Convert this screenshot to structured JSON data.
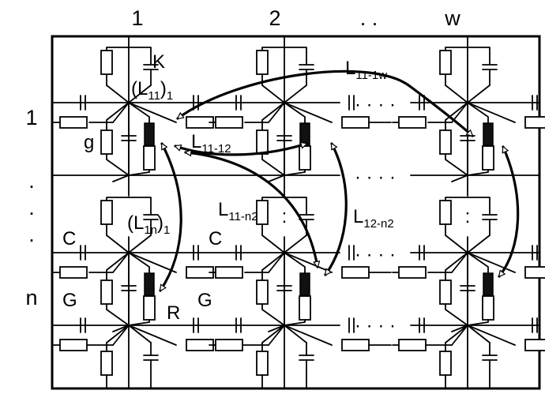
{
  "column_labels": [
    "1",
    "2",
    ". .",
    "w"
  ],
  "row_labels": [
    "1",
    ".",
    ".",
    ".",
    "n"
  ],
  "ellipsis": "· · · ·",
  "vdots": ":",
  "element_labels": {
    "K": "K",
    "g": "g",
    "C_left": "C",
    "C_mid": "C",
    "G_left": "G",
    "G_mid": "G",
    "R": "R"
  },
  "mutual_inductances": {
    "L11_1": {
      "main": "(L",
      "sub": "11",
      "close": ")",
      "tail": "1"
    },
    "L1n_1": {
      "main": "(L",
      "sub": "1n",
      "close": ")",
      "tail": "1"
    },
    "L11_1w": {
      "main": "L",
      "sub": "11-1w"
    },
    "L11_12": {
      "main": "L",
      "sub": "11-12"
    },
    "L11_n2": {
      "main": "L",
      "sub": "11-n2"
    },
    "L12_n2": {
      "main": "L",
      "sub": "12-n2"
    }
  }
}
